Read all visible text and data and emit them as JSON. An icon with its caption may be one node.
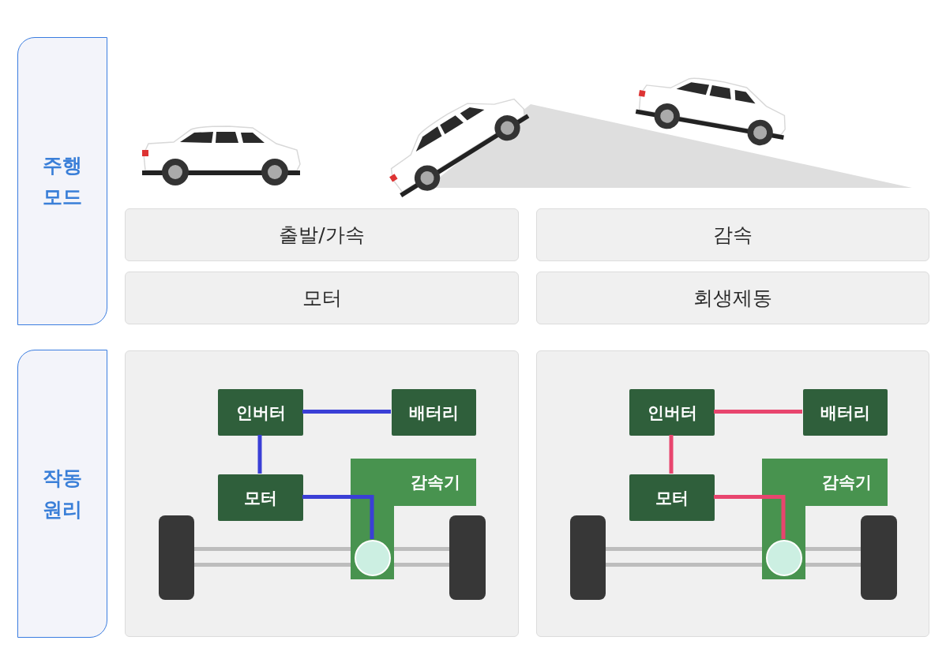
{
  "diagram": {
    "nodes": [
      {
        "text": [
          "주행 모드"
        ]
      },
      {
        "text": [
          "작동 원리"
        ]
      },
      {
        "text": [
          "출발/가속"
        ]
      },
      {
        "text": [
          "감속"
        ]
      },
      {
        "text": [
          "모터"
        ]
      },
      {
        "text": [
          "회생제동"
        ]
      },
      {
        "text": [],
        "shape": "box"
      },
      {
        "text": [],
        "shape": "box"
      },
      {
        "text": [
          "인버터"
        ],
        "in": 6
      },
      {
        "text": [
          "배터리"
        ],
        "in": 6
      },
      {
        "text": [
          "모터"
        ],
        "in": 6
      },
      {
        "text": [
          "감속기"
        ],
        "in": 6
      },
      {
        "text": [],
        "shape": "circle",
        "in": 11
      },
      {
        "text": [
          "인버터"
        ],
        "in": 7
      },
      {
        "text": [
          "배터리"
        ],
        "in": 7
      },
      {
        "text": [
          "모터"
        ],
        "in": 7
      },
      {
        "text": [
          "감속기"
        ],
        "in": 7
      },
      {
        "text": [],
        "shape": "circle",
        "in": 16
      }
    ],
    "edges": [
      {
        "from": 8,
        "to": 9,
        "arrow": "none",
        "color": "#3a3fd6"
      },
      {
        "from": 8,
        "to": 10,
        "arrow": "none",
        "color": "#3a3fd6"
      },
      {
        "from": 10,
        "to": 12,
        "arrow": "none",
        "color": "#3a3fd6"
      },
      {
        "from": 13,
        "to": 14,
        "arrow": "none",
        "color": "#e8456e"
      },
      {
        "from": 13,
        "to": 15,
        "arrow": "none",
        "color": "#e8456e"
      },
      {
        "from": 15,
        "to": 17,
        "arrow": "none",
        "color": "#e8456e"
      }
    ]
  }
}
